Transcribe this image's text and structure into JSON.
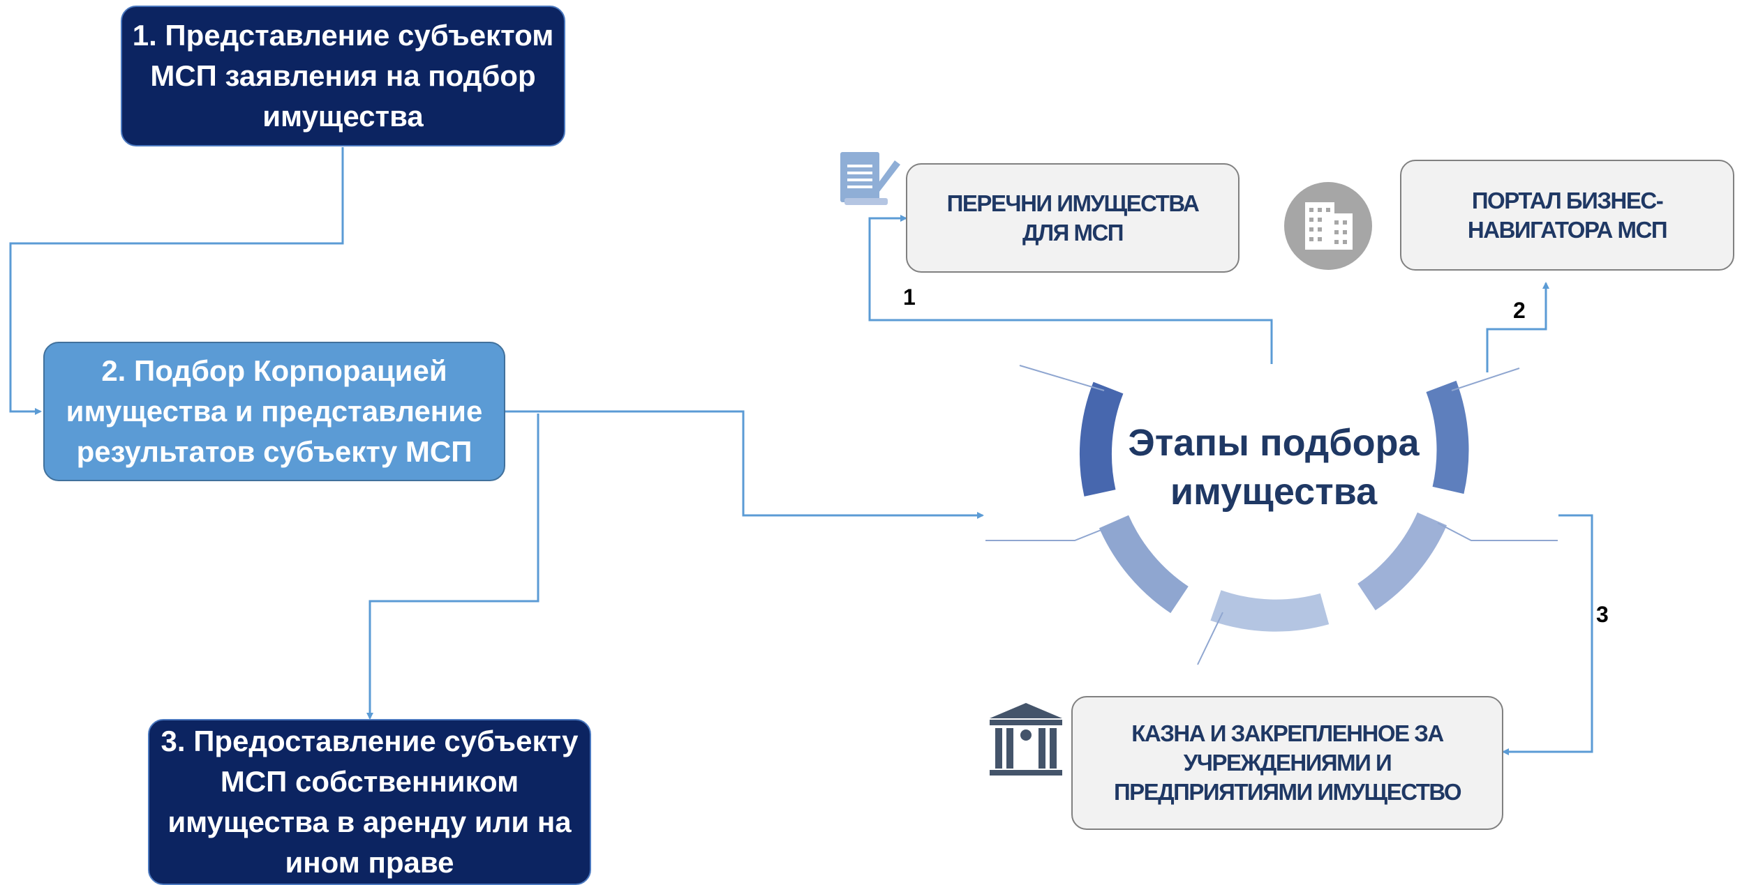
{
  "steps": [
    {
      "label": "1. Представление субъектом\nМСП заявления на подбор\nимущества"
    },
    {
      "label": "2. Подбор Корпорацией\nимущества и представление\nрезультатов субъекту МСП"
    },
    {
      "label": "3. Предоставление субъекту\nМСП собственником\nимущества в аренду или на\nином праве"
    }
  ],
  "center": {
    "title": "Этапы подбора\nимущества"
  },
  "sources": [
    {
      "label": "ПЕРЕЧНИ ИМУЩЕСТВА\nДЛЯ МСП",
      "number": "1",
      "icon": "document-pen-icon"
    },
    {
      "label": "ПОРТАЛ БИЗНЕС-\nНАВИГАТОРА  МСП",
      "number": "2",
      "icon": "office-building-icon"
    },
    {
      "label": "КАЗНА И ЗАКРЕПЛЕННОЕ ЗА\nУЧРЕЖДЕНИЯМИ И\nПРЕДПРИЯТИЯМИ ИМУЩЕСТВО",
      "number": "3",
      "icon": "government-building-icon"
    }
  ],
  "colors": {
    "step_dark": "#0c2461",
    "step_light": "#5b9bd5",
    "connector": "#5b9bd5",
    "source_fill": "#f2f2f2",
    "title_text": "#1f3864",
    "ring_dark": "#4767ae",
    "ring_light": "#b4c5e2"
  }
}
